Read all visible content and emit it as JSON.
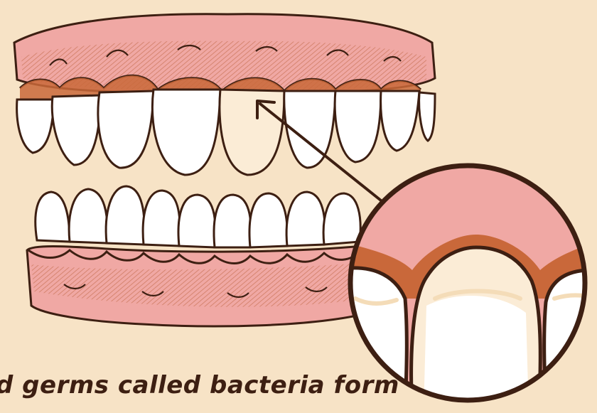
{
  "caption": "d germs called bacteria form",
  "colors": {
    "background": "#f7e3c6",
    "gum": "#f0a8a4",
    "gum_shadow": "#e28e87",
    "gum_line": "#c9683a",
    "tooth": "#ffffff",
    "tooth_stain": "#f4dcb8",
    "outline": "#3d1f12",
    "caption_text": "#3d1f12"
  },
  "icons": {
    "teeth": "teeth-illustration",
    "magnifier": "magnifier-circle",
    "pointer": "arrow"
  }
}
